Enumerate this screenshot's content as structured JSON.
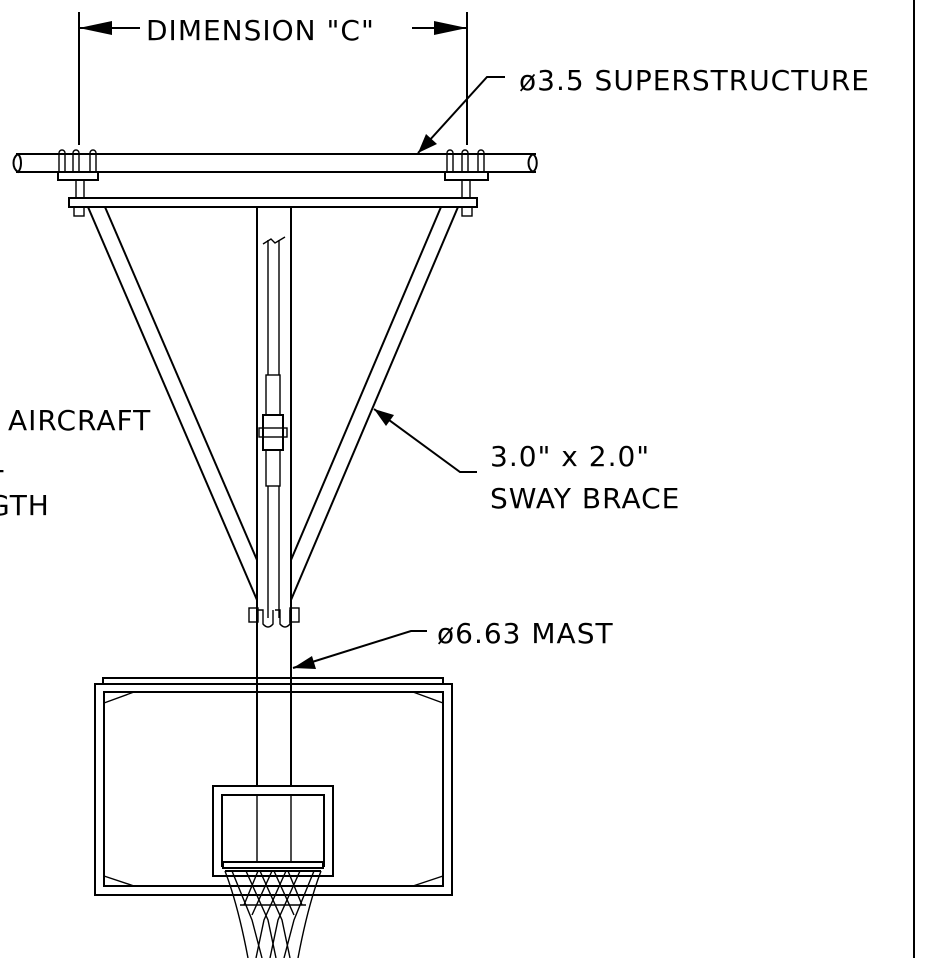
{
  "labels": {
    "dimension": "DIMENSION \"C\"",
    "superstructure": "ø3.5 SUPERSTRUCTURE",
    "aircraft_line1": "AIRCRAFT",
    "aircraft_line2": "L",
    "aircraft_line3": "GTH",
    "sway_brace_line1": "3.0\" x 2.0\"",
    "sway_brace_line2": "SWAY BRACE",
    "mast": "ø6.63 MAST"
  },
  "colors": {
    "line": "#000000",
    "background": "#ffffff"
  }
}
